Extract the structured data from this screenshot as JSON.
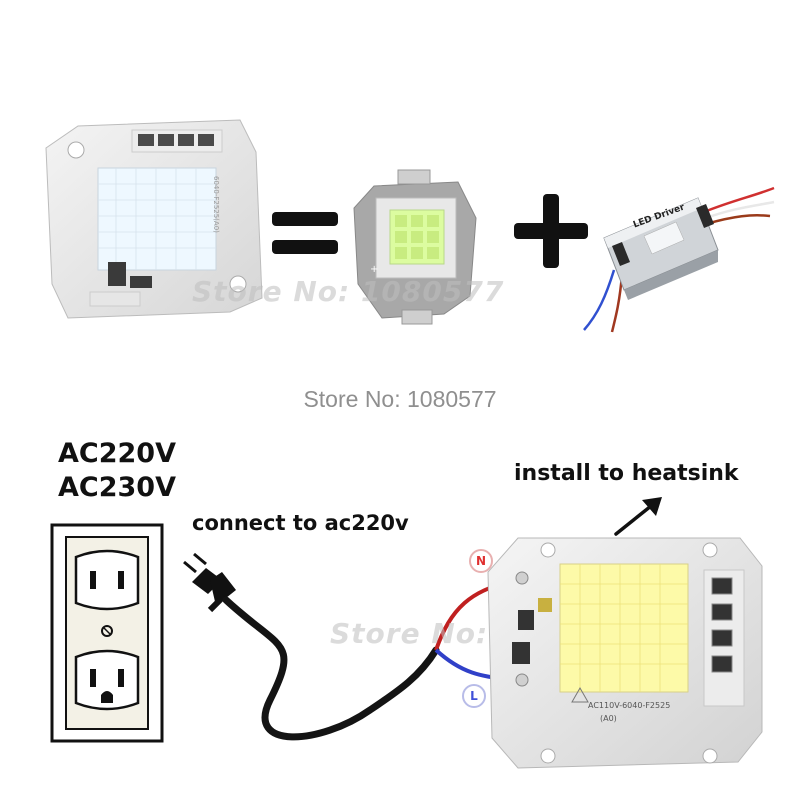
{
  "voltage_labels": [
    "AC220V",
    "AC230V"
  ],
  "connect_label": "connect to ac220v",
  "heatsink_label": "install to heatsink",
  "store_caption": "Store No: 1080577",
  "watermarks": {
    "top": "Store No: 1080577",
    "bottom": "Store No: 1080577"
  },
  "chip_pins": {
    "n": "N",
    "l": "L"
  },
  "chip_stamp": {
    "model": "AC110V-6040-F2525",
    "sub": "(A0)"
  },
  "small_chip_stamp": "6040-F2525(A0)",
  "driver_text": "LED Driver",
  "colors": {
    "led_yellow": "#fdfaa8",
    "led_white": "#eef8ff",
    "wire_red": "#c02020",
    "wire_blue": "#3040c8",
    "cord": "#141414"
  },
  "icons": [
    "equals-icon",
    "plus-icon",
    "arrow-icon",
    "wall-outlet-icon",
    "plug-icon"
  ]
}
